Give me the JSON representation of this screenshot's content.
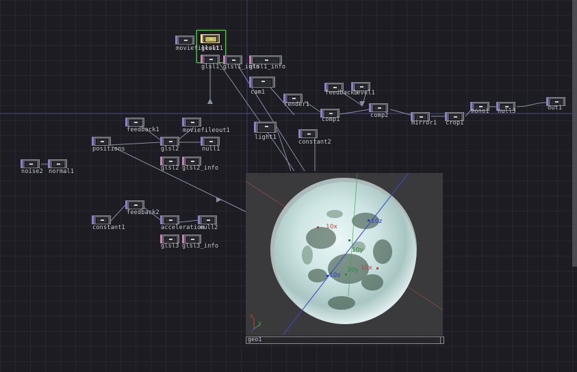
{
  "network": {
    "nodes": [
      {
        "id": "movie1",
        "label": "moviefileout1",
        "kind": "top"
      },
      {
        "id": "glsl1",
        "label": "glsl1",
        "kind": "top"
      },
      {
        "id": "glsl1_sub",
        "label": "glsl1_glsl1_info",
        "kind": "tex"
      },
      {
        "id": "glsl1_info",
        "label": "glsl1_info",
        "kind": "tex"
      },
      {
        "id": "cam1",
        "label": "cam1",
        "kind": "top"
      },
      {
        "id": "render1",
        "label": "render1",
        "kind": "top"
      },
      {
        "id": "feedback3",
        "label": "feedback3",
        "kind": "top"
      },
      {
        "id": "level1",
        "label": "level1",
        "kind": "top"
      },
      {
        "id": "comp1",
        "label": "comp1",
        "kind": "top"
      },
      {
        "id": "comp2",
        "label": "comp2",
        "kind": "top"
      },
      {
        "id": "mirror1",
        "label": "mirror1",
        "kind": "top"
      },
      {
        "id": "crop1",
        "label": "crop1",
        "kind": "top"
      },
      {
        "id": "mono1",
        "label": "mono1",
        "kind": "top"
      },
      {
        "id": "null3",
        "label": "null3",
        "kind": "top"
      },
      {
        "id": "out1",
        "label": "out1",
        "kind": "top"
      },
      {
        "id": "light1",
        "label": "light1",
        "kind": "top"
      },
      {
        "id": "constant2",
        "label": "constant2",
        "kind": "top"
      },
      {
        "id": "feedback1",
        "label": "feedback1",
        "kind": "top"
      },
      {
        "id": "moviefileout1",
        "label": "moviefileout1",
        "kind": "top"
      },
      {
        "id": "positions",
        "label": "positions",
        "kind": "top"
      },
      {
        "id": "glsl2",
        "label": "glsl2",
        "kind": "top"
      },
      {
        "id": "null1",
        "label": "null1",
        "kind": "top"
      },
      {
        "id": "glsl2_sub",
        "label": "glsl2",
        "kind": "tex"
      },
      {
        "id": "glsl2_info",
        "label": "glsl2_info",
        "kind": "tex"
      },
      {
        "id": "noise2",
        "label": "noise2",
        "kind": "top"
      },
      {
        "id": "normal1",
        "label": "normal1",
        "kind": "top"
      },
      {
        "id": "feedback2",
        "label": "feedback2",
        "kind": "top"
      },
      {
        "id": "constant1",
        "label": "constant1",
        "kind": "top"
      },
      {
        "id": "acceleration",
        "label": "acceleration",
        "kind": "top"
      },
      {
        "id": "null2",
        "label": "null2",
        "kind": "top"
      },
      {
        "id": "glsl3_sub",
        "label": "glsl3",
        "kind": "tex"
      },
      {
        "id": "glsl3_info",
        "label": "glsl3_info",
        "kind": "tex"
      }
    ]
  },
  "viewer": {
    "title": "geo1",
    "axis_labels": {
      "a": "10z",
      "b": "10x",
      "c": "10y",
      "d": "10x",
      "e": "10z",
      "f": "10y"
    },
    "gizmo": {
      "x": "x",
      "y": "y"
    }
  },
  "colors": {
    "selection": "#3bd33b",
    "top_operator": "#8a7fcf",
    "dat_operator": "#c77fb5"
  }
}
